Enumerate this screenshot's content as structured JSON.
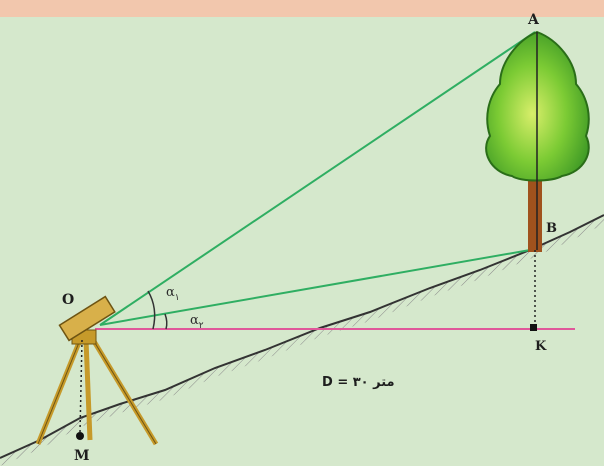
{
  "points": {
    "A": "A",
    "B": "B",
    "O": "O",
    "K": "K",
    "M": "M"
  },
  "angles": {
    "alpha1": "α",
    "alpha1_sub": "۱",
    "alpha2": "α",
    "alpha2_sub": "۲"
  },
  "distance_label": "D = ۳۰  متر",
  "colors": {
    "background": "#d5e8cc",
    "top_band": "#f2c7ad",
    "sight_line": "#2fae62",
    "horizontal_line": "#e0579a",
    "slope_line": "#333333",
    "tripod": "#c69a2a",
    "foliage": "#5cb82c",
    "trunk": "#a0521d"
  }
}
